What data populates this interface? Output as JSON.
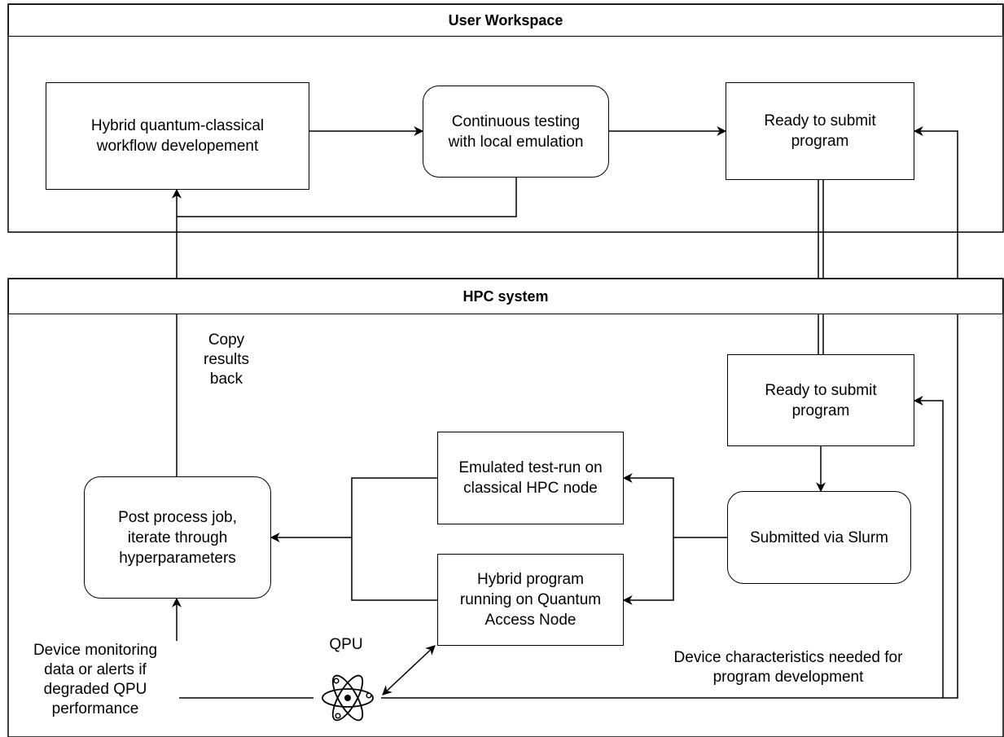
{
  "frames": {
    "workspace_title": "User Workspace",
    "hpc_title": "HPC system"
  },
  "nodes": {
    "hybrid_dev": "Hybrid quantum-classical\nworkflow developement",
    "continuous_testing": "Continuous testing\nwith local emulation",
    "ready_workspace": "Ready to submit\nprogram",
    "ready_hpc": "Ready to submit\nprogram",
    "emulated_run": "Emulated test-run on\nclassical HPC node",
    "hybrid_run": "Hybrid program\nrunning on Quantum\nAccess Node",
    "post_process": "Post process job,\niterate through\nhyperparameters",
    "submitted_slurm": "Submitted via Slurm"
  },
  "labels": {
    "copy_results": "Copy\nresults\nback",
    "qpu": "QPU",
    "device_monitoring": "Device monitoring\ndata or alerts if\ndegraded QPU\nperformance",
    "device_characteristics": "Device characteristics needed for\nprogram development"
  },
  "icons": {
    "qpu": "atom-icon"
  }
}
